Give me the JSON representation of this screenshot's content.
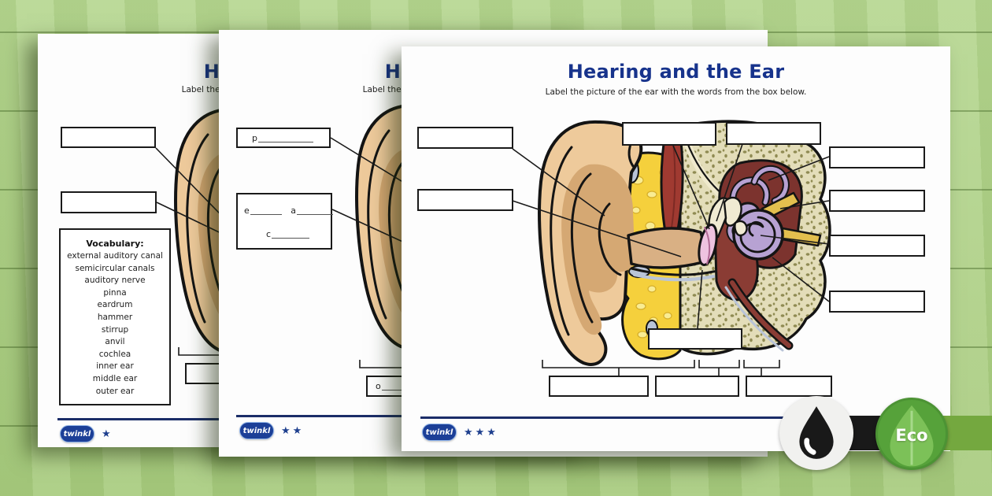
{
  "worksheet": {
    "title": "Hearing and the Ear",
    "subtitle": "Label the picture of the ear with the words from the box below.",
    "brand": "twinkl",
    "vocabulary": {
      "heading": "Vocabulary:",
      "words": [
        "external auditory canal",
        "semicircular canals",
        "auditory nerve",
        "pinna",
        "eardrum",
        "hammer",
        "stirrup",
        "anvil",
        "cochlea",
        "inner ear",
        "middle ear",
        "outer ear"
      ]
    },
    "pages": [
      {
        "name": "worksheet-1-star",
        "stars": "★"
      },
      {
        "name": "worksheet-2-star",
        "stars": "★★",
        "hints": {
          "pinna": "p",
          "external_e": "e",
          "external_a": "a",
          "external_c": "c",
          "outer": "o"
        }
      },
      {
        "name": "worksheet-3-star",
        "stars": "★★★"
      }
    ]
  },
  "badges": {
    "ink_icon": "ink-drop-icon",
    "eco_icon": "eco-leaf-icon",
    "eco_label": "Eco"
  },
  "colors": {
    "title_navy": "#17338c",
    "rule_navy": "#1b2d68",
    "star_navy": "#1e3f8e",
    "eco_green": "#56a23a",
    "eco_bar_green": "#74a83f",
    "ink_black": "#191919",
    "wood_green": "#aecf86",
    "page_white": "#fdfdfd"
  }
}
